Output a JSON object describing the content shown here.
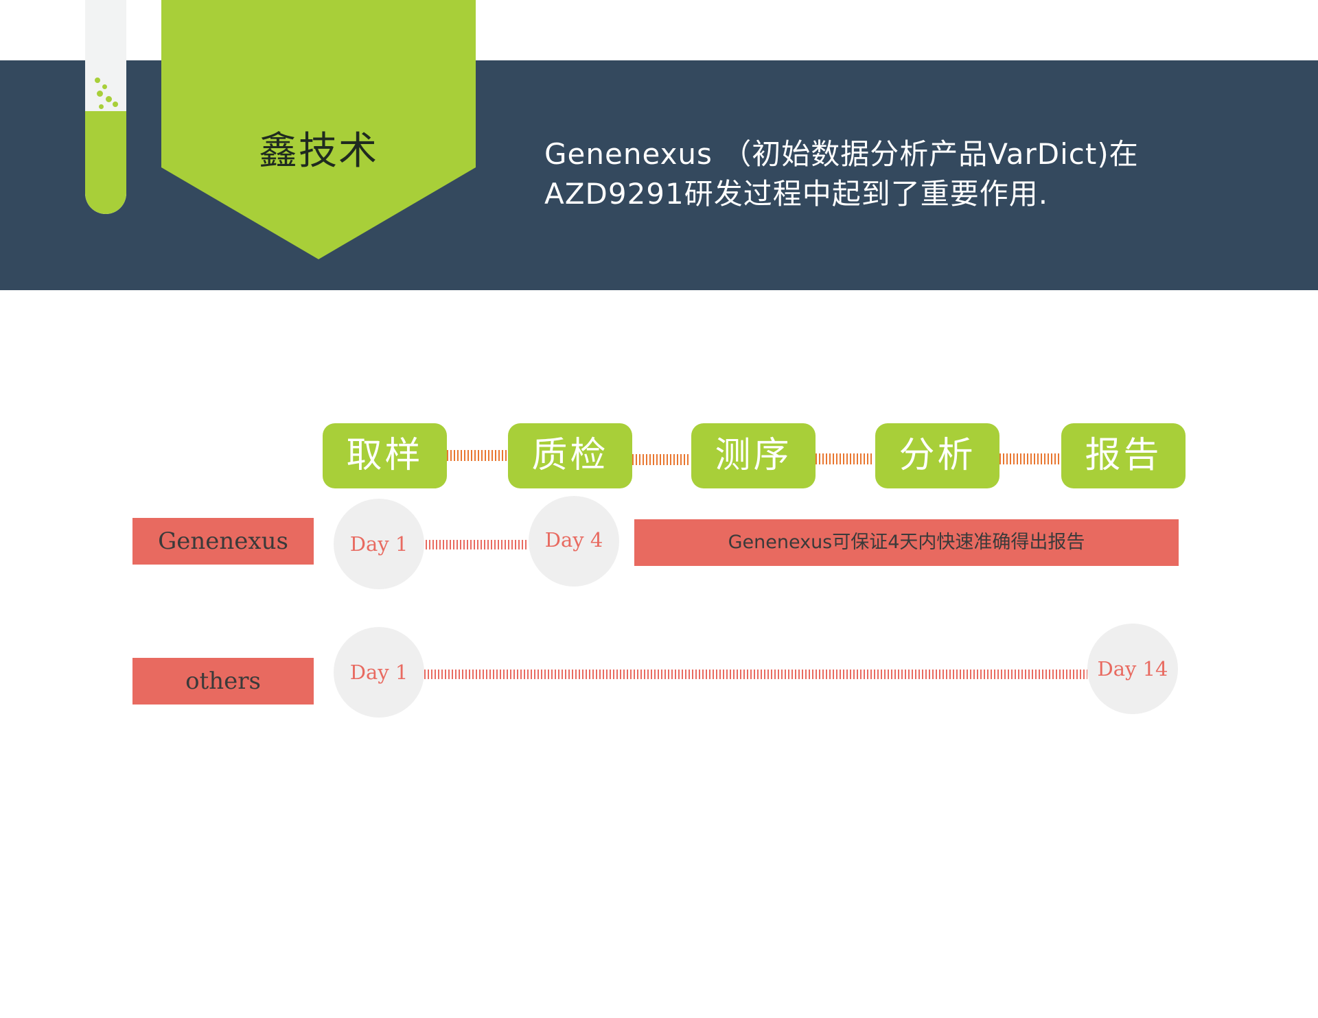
{
  "header": {
    "title": "鑫技术",
    "description_line1": "Genenexus （初始数据分析产品VarDict)在",
    "description_line2": "AZD9291研发过程中起到了重要作用."
  },
  "colors": {
    "header_bg": "#34495e",
    "accent_green": "#a8cf39",
    "accent_red": "#e86a60",
    "connector_orange": "#e8762f",
    "circle_bg": "#efefef"
  },
  "steps": [
    {
      "label": "取样"
    },
    {
      "label": "质检"
    },
    {
      "label": "测序"
    },
    {
      "label": "分析"
    },
    {
      "label": "报告"
    }
  ],
  "rows": {
    "genenexus": {
      "label": "Genenexus",
      "start_day": "Day 1",
      "end_day": "Day 4",
      "note": "Genenexus可保证4天内快速准确得出报告"
    },
    "others": {
      "label": "others",
      "start_day": "Day 1",
      "end_day": "Day 14"
    }
  },
  "icons": {
    "test_tube": "test-tube-icon"
  }
}
